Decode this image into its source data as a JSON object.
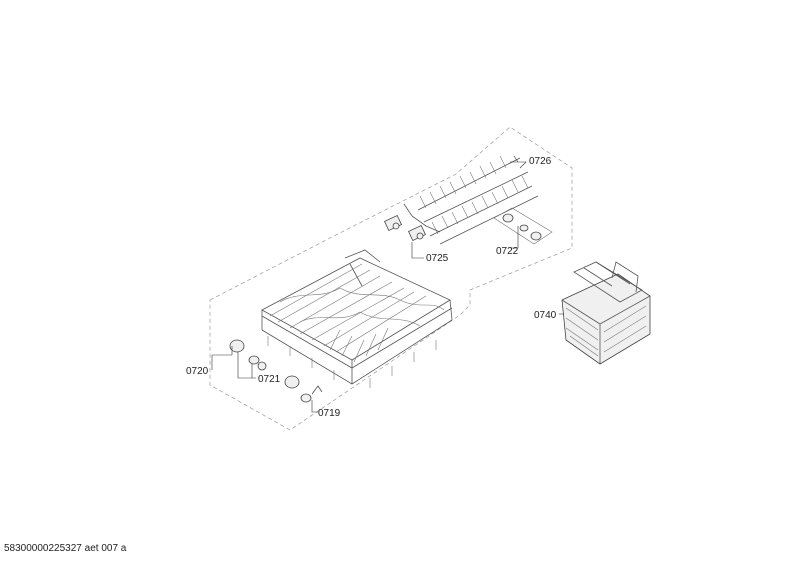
{
  "diagram": {
    "callouts": [
      {
        "id": "0726",
        "label": "0726"
      },
      {
        "id": "0725",
        "label": "0725"
      },
      {
        "id": "0722",
        "label": "0722"
      },
      {
        "id": "0740",
        "label": "0740"
      },
      {
        "id": "0720",
        "label": "0720"
      },
      {
        "id": "0721",
        "label": "0721"
      },
      {
        "id": "0719",
        "label": "0719"
      }
    ]
  },
  "footer": {
    "doc_code": "58300000225327 aet 007 a"
  }
}
